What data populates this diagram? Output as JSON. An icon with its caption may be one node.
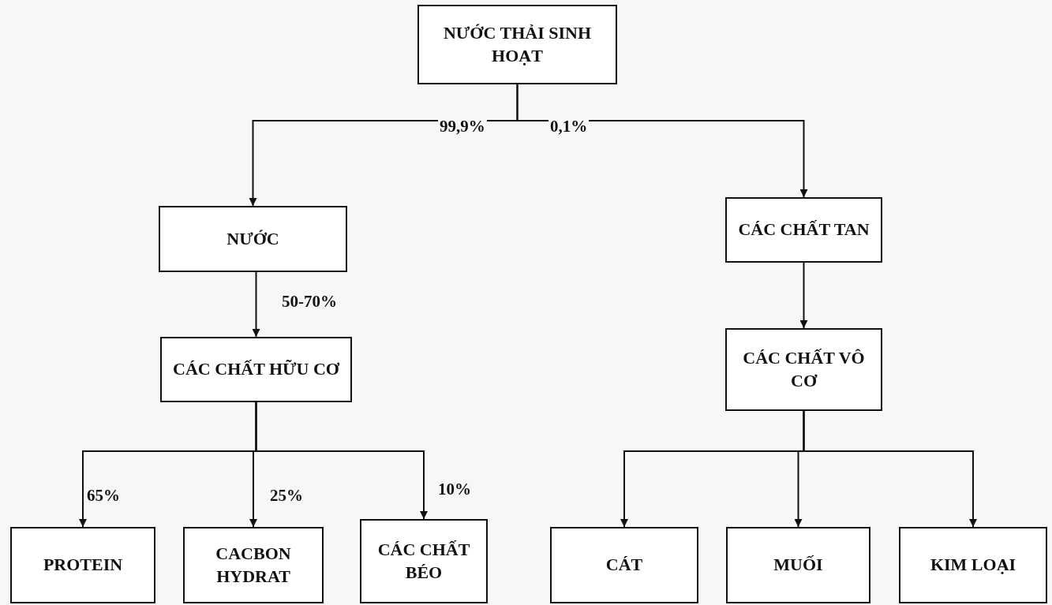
{
  "diagram": {
    "nodes": [
      {
        "text": [
          "NƯỚC THẢI SINH HOẠT"
        ]
      },
      {
        "text": [
          "NƯỚC"
        ]
      },
      {
        "text": [
          "CÁC CHẤT TAN"
        ]
      },
      {
        "text": [
          "CÁC CHẤT HỮU CƠ"
        ]
      },
      {
        "text": [
          "CÁC CHẤT VÔ CƠ"
        ]
      },
      {
        "text": [
          "PROTEIN"
        ]
      },
      {
        "text": [
          "CACBON HYDRAT"
        ]
      },
      {
        "text": [
          "CÁC CHẤT BÉO"
        ]
      },
      {
        "text": [
          "CÁT"
        ]
      },
      {
        "text": [
          "MUỐI"
        ]
      },
      {
        "text": [
          "KIM LOẠI"
        ]
      }
    ],
    "edges": [
      {
        "from": 0,
        "to": 1,
        "arrow": "to",
        "label": "99,9%"
      },
      {
        "from": 0,
        "to": 2,
        "arrow": "to",
        "label": "0,1%"
      },
      {
        "from": 1,
        "to": 3,
        "arrow": "to",
        "label": "50-70%"
      },
      {
        "from": 2,
        "to": 4,
        "arrow": "to"
      },
      {
        "from": 3,
        "to": 5,
        "arrow": "to",
        "label": "65%"
      },
      {
        "from": 3,
        "to": 6,
        "arrow": "to",
        "label": "25%"
      },
      {
        "from": 3,
        "to": 7,
        "arrow": "to",
        "label": "10%"
      },
      {
        "from": 4,
        "to": 8,
        "arrow": "to"
      },
      {
        "from": 4,
        "to": 9,
        "arrow": "to"
      },
      {
        "from": 4,
        "to": 10,
        "arrow": "to"
      }
    ]
  }
}
